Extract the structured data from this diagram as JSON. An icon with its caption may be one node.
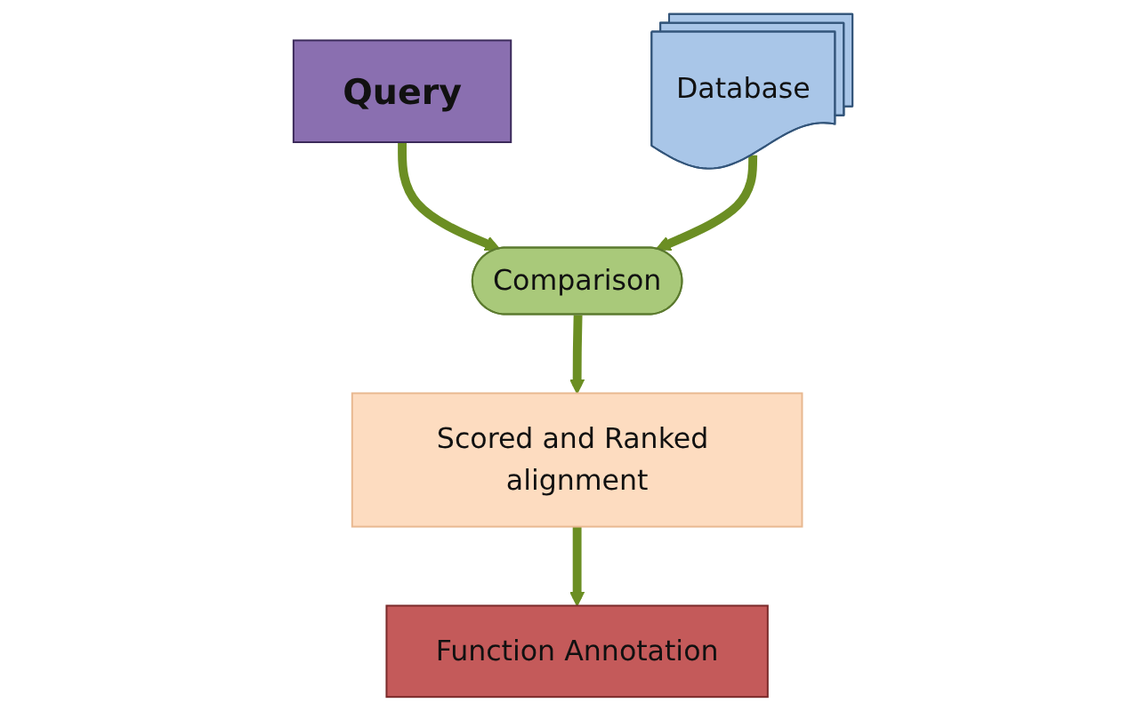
{
  "diagram": {
    "nodes": [
      {
        "text": [
          "Query"
        ]
      },
      {
        "text": [
          "Database"
        ]
      },
      {
        "text": [
          "Comparison"
        ]
      },
      {
        "text": [
          "Scored and Ranked alignment"
        ]
      },
      {
        "text": [
          "Function Annotation"
        ]
      }
    ],
    "edges": [
      {
        "from": 0,
        "to": 2,
        "arrow": "to"
      },
      {
        "from": 1,
        "to": 2,
        "arrow": "to"
      },
      {
        "from": 2,
        "to": 3,
        "arrow": "to"
      },
      {
        "from": 3,
        "to": 4,
        "arrow": "to"
      }
    ]
  }
}
